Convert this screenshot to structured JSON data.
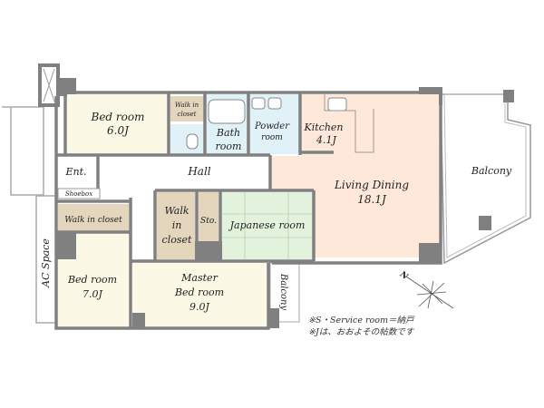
{
  "rooms": {
    "bedroom1": {
      "name": "Bed room",
      "size": "6.0J"
    },
    "wic_small": {
      "line1": "Walk in",
      "line2": "closet"
    },
    "bath": {
      "line1": "Bath",
      "line2": "room"
    },
    "powder": {
      "line1": "Powder",
      "line2": "room"
    },
    "kitchen": {
      "name": "Kitchen",
      "size": "4.1J"
    },
    "living": {
      "name": "Living Dining",
      "size": "18.1J"
    },
    "balcony_main": {
      "name": "Balcony"
    },
    "entrance": {
      "name": "Ent."
    },
    "hall": {
      "name": "Hall"
    },
    "shoebox": {
      "name": "Shoebox"
    },
    "wic_left": {
      "name": "Walk in closet"
    },
    "wic_mid": {
      "line1": "Walk",
      "line2": "in",
      "line3": "closet"
    },
    "storage": {
      "name": "Sto."
    },
    "japanese": {
      "name": "Japanese room"
    },
    "ac_space": {
      "name": "AC Space"
    },
    "bedroom2": {
      "name": "Bed room",
      "size": "7.0J"
    },
    "master": {
      "line1": "Master",
      "line2": "Bed room",
      "size": "9.0J"
    },
    "balcony_small": {
      "name": "Balcony"
    }
  },
  "compass": {
    "label": "N"
  },
  "notes": [
    "※S・Service room＝納戸",
    "※Jは、おおよその帖数です"
  ],
  "colors": {
    "wall": "#808080",
    "cream": "#fbf8e6",
    "tan": "#e4d6bd",
    "blue": "#e0f1f7",
    "peach": "#fde8da",
    "green": "#e2f2dd"
  }
}
